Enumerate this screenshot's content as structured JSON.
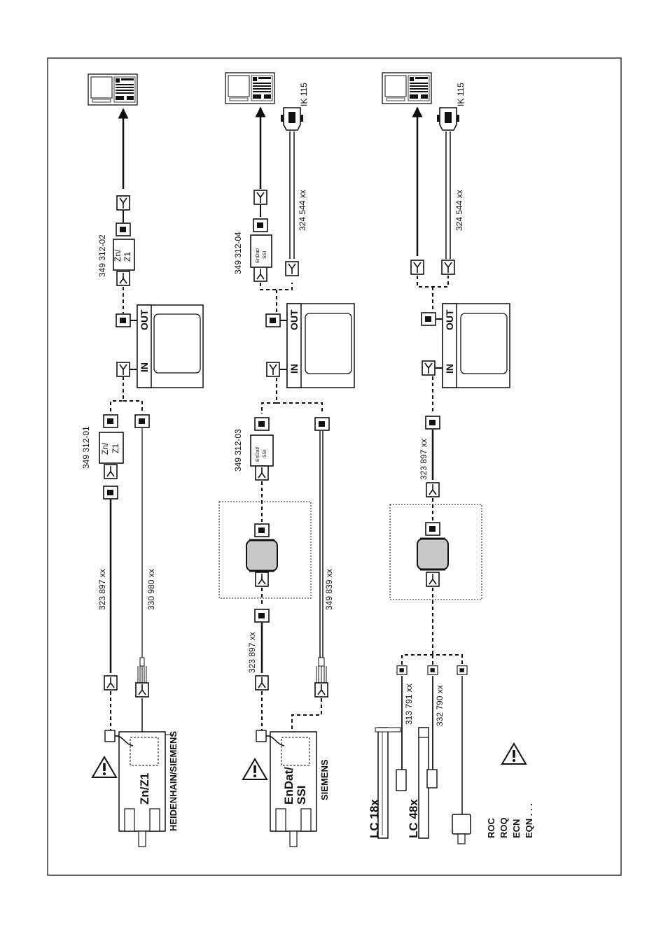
{
  "frame": {
    "border_color": "#000000"
  },
  "colors": {
    "line": "#111111",
    "encoder_fill": "#c8c8c8",
    "frame": "#000000"
  },
  "row1": {
    "adapter_top_code": "349 312-02",
    "adapter_top_label_1": "Zn/",
    "adapter_top_label_2": "Z1",
    "adapter_bottom_code": "349 312-01",
    "adapter_bottom_label_1": "Zn/",
    "adapter_bottom_label_2": "Z1",
    "cable_a": "323 897 xx",
    "cable_b": "330 980 xx",
    "port_in": "IN",
    "port_out": "OUT",
    "motor_label": "Zn/Z1",
    "maker": "HEIDENHAIN/SIEMENS"
  },
  "row2": {
    "adapter_top_code": "349 312-04",
    "adapter_top_label_1": "EnDat/",
    "adapter_top_label_2": "SSI",
    "adapter_bottom_code": "349 312-03",
    "adapter_bottom_label_1": "EnDat/",
    "adapter_bottom_label_2": "SSI",
    "ik_label": "IK 115",
    "ik_cable": "324 544 xx",
    "cable_a": "323 897 xx",
    "cable_b": "349 839 xx",
    "port_in": "IN",
    "port_out": "OUT",
    "motor_label_1": "EnDat/",
    "motor_label_2": "SSI",
    "maker": "SIEMENS"
  },
  "row3": {
    "ik_label": "IK 115",
    "ik_cable": "324 544 xx",
    "cable_a": "323 897 xx",
    "cable_lc18": "313 791 xx",
    "cable_lc48": "332 790 xx",
    "port_in": "IN",
    "port_out": "OUT",
    "lc18": "LC 18x",
    "lc48": "LC 48x",
    "enc_1": "ROC",
    "enc_2": "ROQ",
    "enc_3": "ECN",
    "enc_4": "EQN . . ."
  },
  "icons": [
    "monitor-icon",
    "warning-icon",
    "connector-icon",
    "encoder-icon",
    "motor-icon"
  ]
}
